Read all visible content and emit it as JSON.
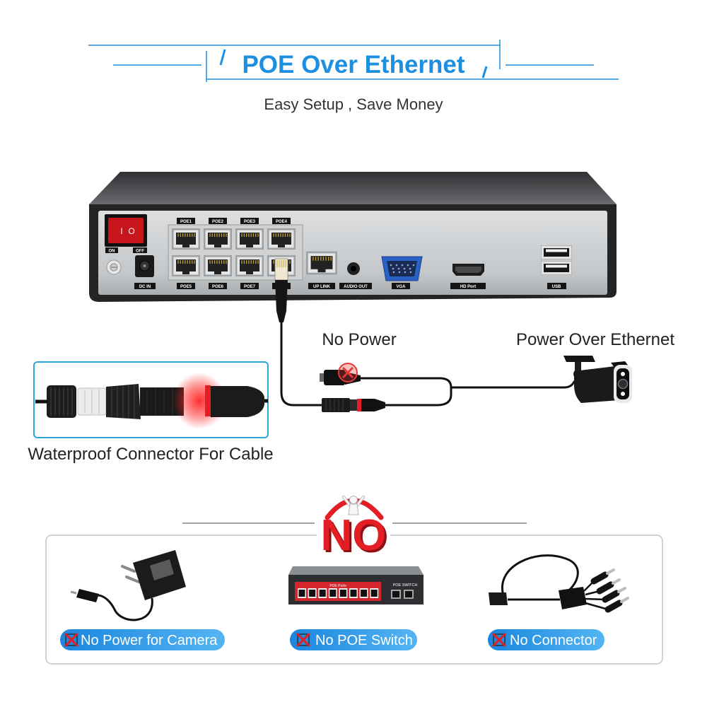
{
  "header": {
    "title": "POE Over Ethernet",
    "subtitle": "Easy Setup , Save Money"
  },
  "nvr": {
    "power_switch": {
      "on_label": "ON",
      "off_label": "OFF",
      "on_glyph": "I",
      "off_glyph": "O"
    },
    "dc_in_label": "DC IN",
    "poe_ports_top": [
      "POE1",
      "POE2",
      "POE3",
      "POE4"
    ],
    "poe_ports_bottom": [
      "POE5",
      "POE6",
      "POE7"
    ],
    "uplink_label": "UP LINK",
    "audio_out_label": "AUDIO OUT",
    "vga_label": "VGA",
    "hd_port_label": "HD Port",
    "usb_label": "USB"
  },
  "connection": {
    "no_power_label": "No Power",
    "poe_label": "Power Over Ethernet",
    "no_power_icon": "x-circle-icon",
    "camera_icon": "bullet-camera-icon"
  },
  "inset": {
    "caption": "Waterproof Connector For Cable",
    "icon": "waterproof-connector-icon"
  },
  "no_section": {
    "badge": "NO",
    "items": [
      {
        "label": "No Power for Camera",
        "icon": "power-adapter-icon"
      },
      {
        "label": "No POE Switch",
        "icon": "poe-switch-icon"
      },
      {
        "label": "No Connector",
        "icon": "splitter-cable-icon"
      }
    ],
    "poe_switch_ports_label": "POE Ports",
    "poe_switch_brand_label": "POE SWITCH"
  },
  "colors": {
    "accent": "#1d8fe1",
    "alert_red": "#e31e24",
    "inset_border": "#2aa6d9",
    "pill_start": "#1a86de",
    "pill_end": "#55b5f3"
  }
}
